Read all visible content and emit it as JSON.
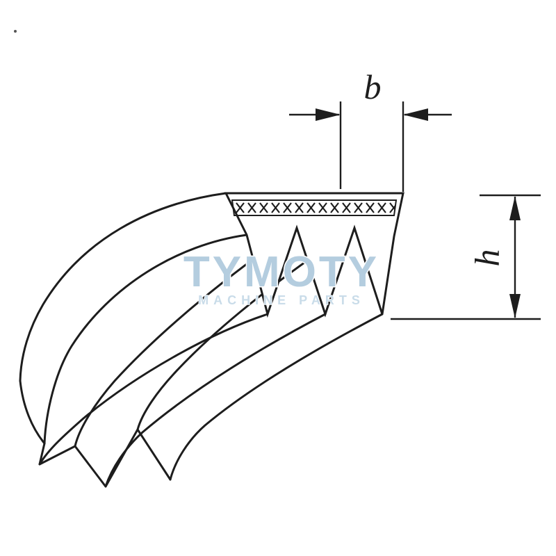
{
  "page": {
    "background": "#ffffff"
  },
  "drawing": {
    "subject": "Ribbed V-belt (poly-V) profile technical drawing",
    "line_color": "#1d1d1d",
    "dimension_labels": {
      "width": "b",
      "height": "h"
    }
  },
  "watermark": {
    "title": "TYMOTY",
    "subtitle": "MACHINE PARTS",
    "title_color": "#b4cddf",
    "subtitle_color": "#c9dce9"
  }
}
